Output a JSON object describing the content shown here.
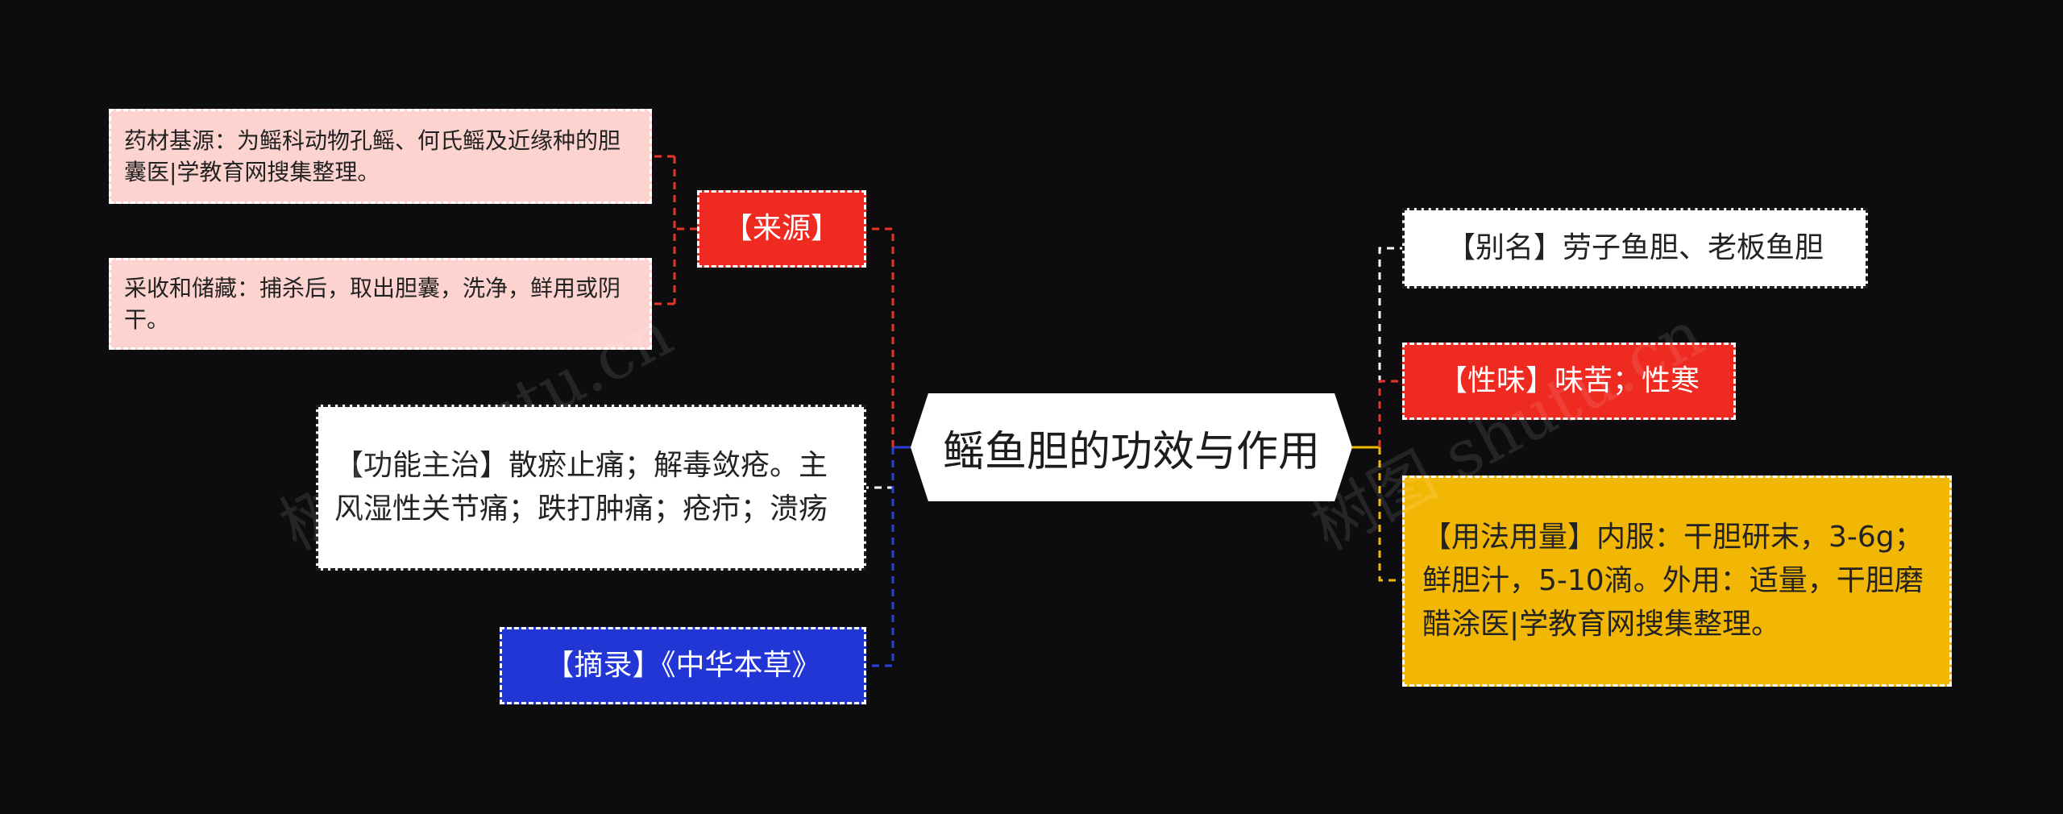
{
  "title": "鳐鱼胆的功效与作用",
  "watermark": "树图 shutu.cn",
  "colors": {
    "background": "#0d0d0f",
    "source_red": "#ee2a21",
    "leaf_pink": "#fdd3cf",
    "abstract_blue": "#2236d6",
    "usage_yellow": "#f2b705",
    "line_red": "#e0362b",
    "line_blue": "#2a3fd8",
    "line_white": "#ffffff",
    "line_yellow": "#f2b705"
  },
  "left": {
    "source": {
      "label": "【来源】",
      "children": [
        "药材基源：为鳐科动物孔鳐、何氏鳐及近缘种的胆囊医|学教育网搜集整理。",
        "采收和储藏：捕杀后，取出胆囊，洗净，鲜用或阴干。"
      ]
    },
    "function": "【功能主治】散瘀止痛；解毒敛疮。主风湿性关节痛；跌打肿痛；疮疖；溃疡",
    "abstract": "【摘录】《中华本草》"
  },
  "right": {
    "alias": "【别名】劳子鱼胆、老板鱼胆",
    "taste": "【性味】味苦；性寒",
    "usage": "【用法用量】内服：干胆研末，3-6g；鲜胆汁，5-10滴。外用：适量，干胆磨醋涂医|学教育网搜集整理。"
  }
}
